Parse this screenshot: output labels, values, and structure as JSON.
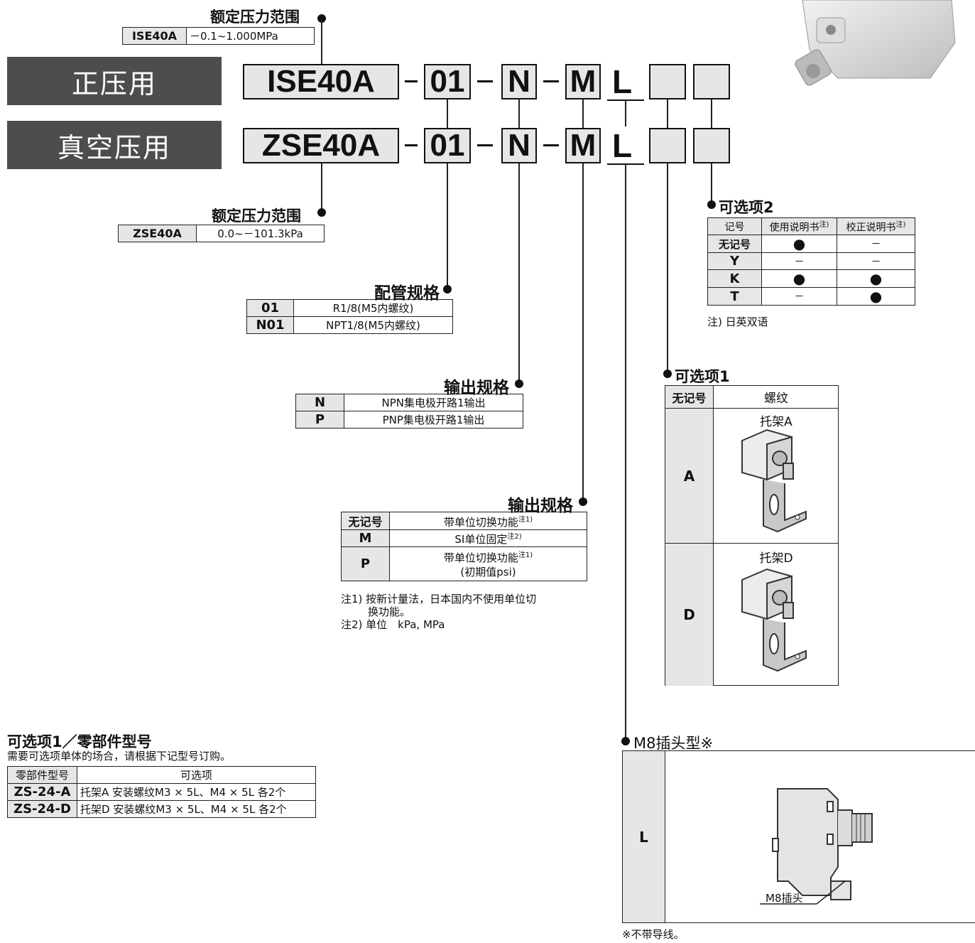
{
  "top_range": {
    "title": "额定压力范围",
    "model": "ISE40A",
    "range": "－0.1~1.000MPa"
  },
  "bottom_range": {
    "title": "额定压力范围",
    "model": "ZSE40A",
    "range": "0.0~－101.3kPa"
  },
  "rows": {
    "positive": {
      "label": "正压用",
      "model": "ISE40A"
    },
    "vacuum": {
      "label": "真空压用",
      "model": "ZSE40A"
    }
  },
  "code": {
    "port": "01",
    "output": "N",
    "unit": "M",
    "connector": "L",
    "sep": "-"
  },
  "piping": {
    "title": "配管规格",
    "rows": [
      {
        "code": "01",
        "desc": "R1/8(M5内螺纹)"
      },
      {
        "code": "N01",
        "desc": "NPT1/8(M5内螺纹)"
      }
    ]
  },
  "output_spec": {
    "title": "输出规格",
    "rows": [
      {
        "code": "N",
        "desc": "NPN集电极开路1输出"
      },
      {
        "code": "P",
        "desc": "PNP集电极开路1输出"
      }
    ]
  },
  "unit_spec": {
    "title": "输出规格",
    "rows": [
      {
        "code": "无记号",
        "desc": "带单位切换功能",
        "sup": "注1)"
      },
      {
        "code": "M",
        "desc": "SI单位固定",
        "sup": "注2)"
      },
      {
        "code": "P",
        "desc": "带单位切换功能",
        "sup": "注1)",
        "desc2": "(初期值psi)"
      }
    ],
    "note1": "注1) 按新计量法，日本国内不使用单位切",
    "note1b": "换功能。",
    "note2": "注2) 单位　kPa, MPa"
  },
  "option2": {
    "title": "可选项2",
    "headers": [
      "记号",
      "使用说明书",
      "校正说明书"
    ],
    "header_sup": "注)",
    "rows": [
      {
        "code": "无记号",
        "manual": "●",
        "calib": "－"
      },
      {
        "code": "Y",
        "manual": "－",
        "calib": "－"
      },
      {
        "code": "K",
        "manual": "●",
        "calib": "●"
      },
      {
        "code": "T",
        "manual": "－",
        "calib": "●"
      }
    ],
    "note": "注) 日英双语"
  },
  "option1": {
    "title": "可选项1",
    "headers": [
      "无记号",
      "螺纹"
    ],
    "rows": [
      {
        "code": "A",
        "name": "托架A"
      },
      {
        "code": "D",
        "name": "托架D"
      }
    ]
  },
  "connector": {
    "title": "M8插头型",
    "title_mark": "※",
    "code": "L",
    "callout": "M8插头",
    "note": "※不带导线。"
  },
  "parts": {
    "title": "可选项1／零部件型号",
    "subtitle": "需要可选项单体的场合，请根据下记型号订购。",
    "headers": [
      "零部件型号",
      "可选项"
    ],
    "rows": [
      {
        "code": "ZS-24-A",
        "desc": "托架A 安装螺纹M3 × 5L、M4 × 5L 各2个"
      },
      {
        "code": "ZS-24-D",
        "desc": "托架D 安装螺纹M3 × 5L、M4 × 5L 各2个"
      }
    ]
  }
}
